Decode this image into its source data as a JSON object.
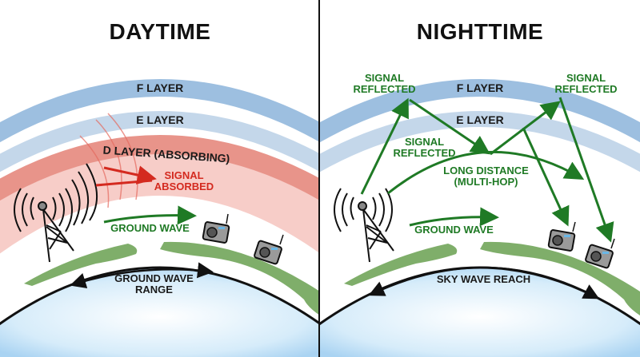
{
  "panels": {
    "day": {
      "title": "DAYTIME",
      "layers": {
        "f": "F LAYER",
        "e": "E LAYER",
        "d": "D LAYER (ABSORBING)"
      },
      "signal_absorbed": [
        "SIGNAL",
        "ABSORBED"
      ],
      "ground_wave": "GROUND WAVE",
      "ground_wave_range": [
        "GROUND WAVE",
        "RANGE"
      ]
    },
    "night": {
      "title": "NIGHTTIME",
      "layers": {
        "f": "F LAYER",
        "e": "E LAYER"
      },
      "signal_reflected_left": [
        "SIGNAL",
        "REFLECTED"
      ],
      "signal_reflected_right": [
        "SIGNAL",
        "REFLECTED"
      ],
      "signal_reflected_mid": [
        "SIGNAL",
        "REFLECTED"
      ],
      "long_distance": [
        "LONG DISTANCE",
        "(MULTI-HOP)"
      ],
      "ground_wave": "GROUND WAVE",
      "sky_wave_reach": "SKY WAVE REACH"
    }
  },
  "colors": {
    "f_layer": "#9dbfe0",
    "e_layer": "#c4d7ea",
    "d_layer_outer": "#e8948a",
    "d_layer_inner": "#f7cdc8",
    "signal_green": "#1f7a25",
    "absorbed_red": "#d42a1f",
    "land": "#7fae6a",
    "ocean": "#bfe0f7"
  }
}
